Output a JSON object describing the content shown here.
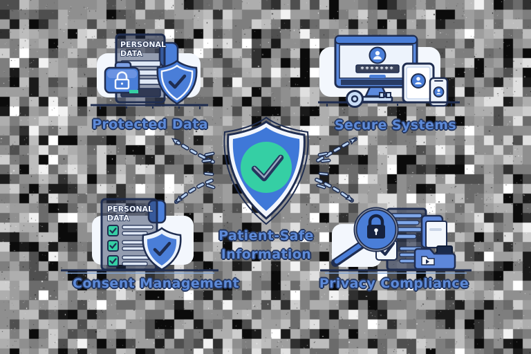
{
  "diagram": {
    "center_label": {
      "line1": "Patient-Safe",
      "line2": "Information"
    },
    "nodes": {
      "protected_data": {
        "label": "Protected Data",
        "doc_title_line1": "PERSONAL",
        "doc_title_line2": "DATA"
      },
      "secure_systems": {
        "label": "Secure Systems",
        "password_mask": "*******"
      },
      "consent_management": {
        "label": "Consent Management",
        "doc_title_line1": "PERSONAL",
        "doc_title_line2": "DATA"
      },
      "privacy_compliance": {
        "label": "Privacy Compliance"
      }
    },
    "colors": {
      "primary_blue": "#4a7ed8",
      "deep_blue": "#3f74d6",
      "navy_outline": "#1f2d50",
      "teal_accent": "#35cfa4",
      "light_blue": "#b9d2f2",
      "pale_white": "#f3f7fd",
      "label_blue": "#5d8ad8"
    }
  }
}
